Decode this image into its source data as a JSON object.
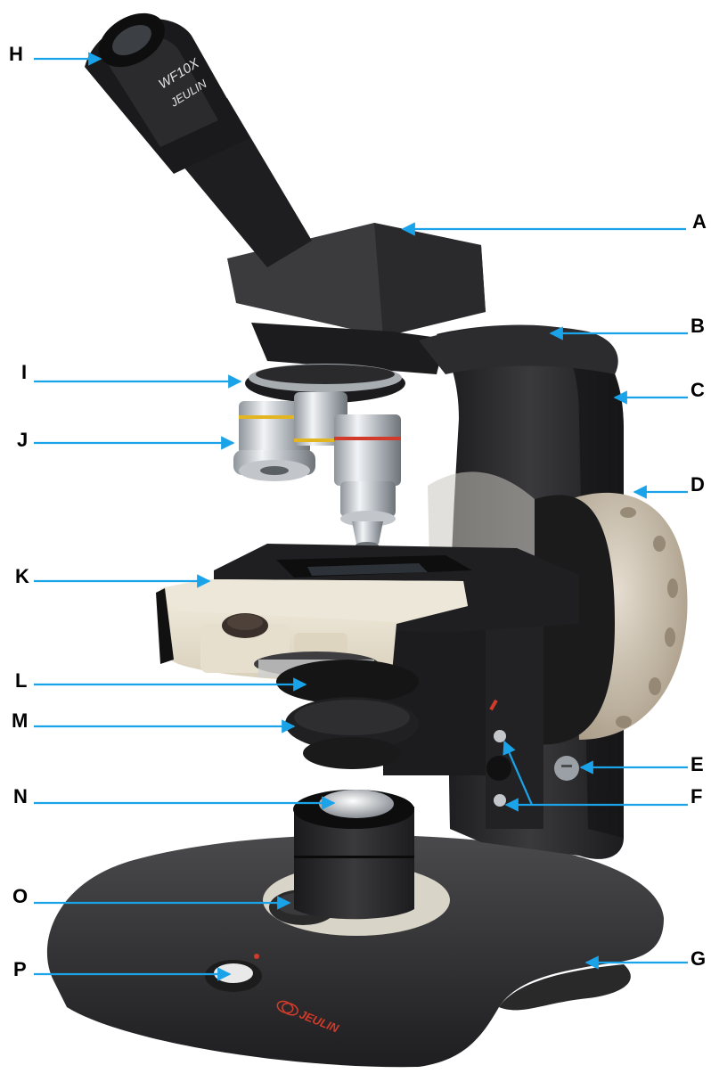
{
  "labels": {
    "A": "A",
    "B": "B",
    "C": "C",
    "D": "D",
    "E": "E",
    "F": "F",
    "G": "G",
    "H": "H",
    "I": "I",
    "J": "J",
    "K": "K",
    "L": "L",
    "M": "M",
    "N": "N",
    "O": "O",
    "P": "P"
  },
  "eyepiece_text_1": "WF10X",
  "eyepiece_text_2": "JEULIN",
  "brand_logo_text": "JEULIN",
  "colors": {
    "arrow": "#1aa3e8",
    "body": "#2b2b2d",
    "body_dark": "#141415",
    "stage_cream": "#e8e2d0",
    "knob": "#b9ad98",
    "chrome": "#c9cdd2",
    "brand_red": "#d23a2a"
  }
}
